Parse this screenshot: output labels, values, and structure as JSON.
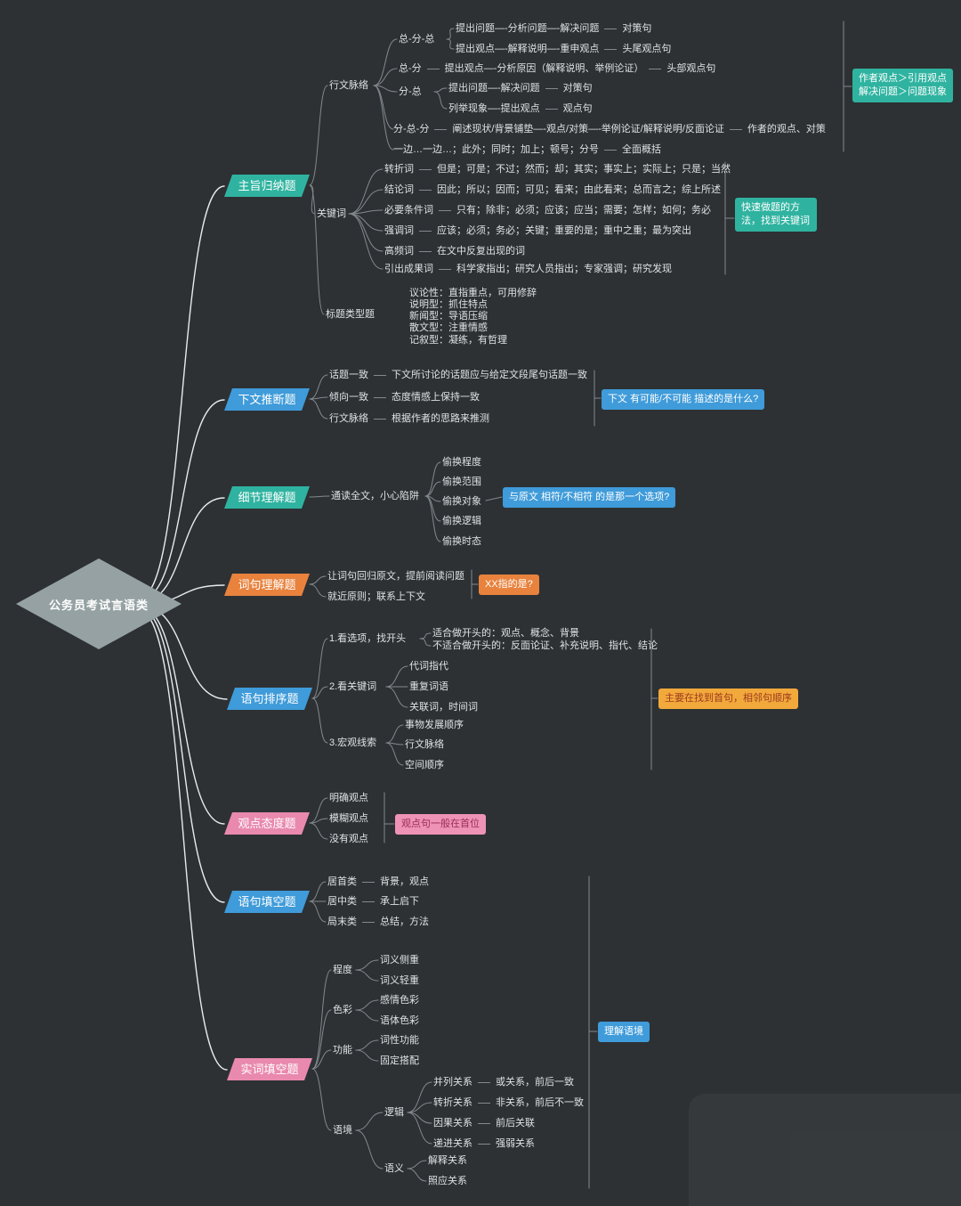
{
  "colors": {
    "bg": "#2d3134",
    "teal": "#2fb3a0",
    "blue": "#3f9bd9",
    "orange": "#e8823d",
    "pink": "#e989ae",
    "pinklight": "#ee93b6",
    "pinktext": "#9b2c55",
    "amber": "#f2a93b",
    "ambertext": "#9c3a20",
    "graynode": "#95a1a3",
    "line": "#82898e",
    "rootline": "#e7ebed",
    "text": "#dde2e4"
  },
  "root": {
    "label": "公务员考试言语类"
  },
  "topics": [
    {
      "label": "主旨归纳题"
    },
    {
      "label": "下文推断题"
    },
    {
      "label": "细节理解题"
    },
    {
      "label": "词句理解题"
    },
    {
      "label": "语句排序题"
    },
    {
      "label": "观点态度题"
    },
    {
      "label": "语句填空题"
    },
    {
      "label": "实词填空题"
    }
  ],
  "zhuzhi": {
    "xingwen": "行文脉络",
    "zfz": "总-分-总",
    "zfz_r1": "提出问题—-分析问题—-解决问题",
    "zfz_r1_tag": "对策句",
    "zfz_r2": "提出观点—-解释说明—-重申观点",
    "zfz_r2_tag": "头尾观点句",
    "zf": "总-分",
    "zf_r1": "提出观点—-分析原因（解释说明、举例论证）",
    "zf_r1_tag": "头部观点句",
    "ft": "分-总",
    "ft_r1": "提出问题—-解决问题",
    "ft_r1_tag": "对策句",
    "ft_r2": "列举现象—-提出观点",
    "ft_r2_tag": "观点句",
    "fzf": "分-总-分",
    "fzf_r1": "阐述现状/背景铺垫—-观点/对策—-举例论证/解释说明/反面论证",
    "fzf_r1_tag": "作者的观点、对策",
    "yibian": "一边…一边…；此外；同时；加上；顿号；分号",
    "yibian_tag": "全面概括",
    "note1_line1": "作者观点＞引用观点",
    "note1_line2": "解决问题＞问题现象",
    "keyword": "关键词",
    "kw1": "转折词",
    "kw1_d": "但是；可是；不过；然而；却；其实；事实上；实际上；只是；当然",
    "kw2": "结论词",
    "kw2_d": "因此；所以；因而；可见；看来；由此看来；总而言之；综上所述",
    "kw3": "必要条件词",
    "kw3_d": "只有；除非；必须；应该；应当；需要；怎样；如何；务必",
    "kw4": "强调词",
    "kw4_d": "应该；必须；务必；关键；重要的是；重中之重；最为突出",
    "kw5": "高频词",
    "kw5_d": "在文中反复出现的词",
    "kw6": "引出成果词",
    "kw6_d": "科学家指出；研究人员指出；专家强调；研究发现",
    "note2": "快速做题的方法，找到关键词",
    "biaoti": "标题类型题",
    "bt1": "议论性：直指重点，可用修辞",
    "bt2": "说明型：抓住特点",
    "bt3": "新闻型：导语压缩",
    "bt4": "散文型：注重情感",
    "bt5": "记叙型：凝练，有哲理"
  },
  "xiawen": {
    "r1": "话题一致",
    "r1_d": "下文所讨论的话题应与给定文段尾句话题一致",
    "r2": "倾向一致",
    "r2_d": "态度情感上保持一致",
    "r3": "行文脉络",
    "r3_d": "根据作者的思路来推测",
    "note": "下文 有可能/不可能 描述的是什么?"
  },
  "xijie": {
    "main": "通读全文，小心陷阱",
    "c1": "偷换程度",
    "c2": "偷换范围",
    "c3": "偷换对象",
    "c4": "偷换逻辑",
    "c5": "偷换时态",
    "note": "与原文 相符/不相符 的是那一个选项?"
  },
  "ciju": {
    "r1": "让词句回归原文，提前阅读问题",
    "r2": "就近原则；联系上下文",
    "note": "XX指的是?"
  },
  "paixu": {
    "s1": "1.看选项，找开头",
    "s1_r1": "适合做开头的：观点、概念、背景",
    "s1_r2": "不适合做开头的：反面论证、补充说明、指代、结论",
    "s2": "2.看关键词",
    "s2_r1": "代词指代",
    "s2_r2": "重复词语",
    "s2_r3": "关联词，时间词",
    "s3": "3.宏观线索",
    "s3_r1": "事物发展顺序",
    "s3_r2": "行文脉络",
    "s3_r3": "空间顺序",
    "note": "主要在找到首句，相邻句顺序"
  },
  "guandian": {
    "r1": "明确观点",
    "r2": "模糊观点",
    "r3": "没有观点",
    "note": "观点句一般在首位"
  },
  "tiankong": {
    "r1": "居首类",
    "r1_d": "背景，观点",
    "r2": "居中类",
    "r2_d": "承上启下",
    "r3": "局末类",
    "r3_d": "总结，方法"
  },
  "shici": {
    "g1": "程度",
    "g1_r1": "词义侧重",
    "g1_r2": "词义轻重",
    "g2": "色彩",
    "g2_r1": "感情色彩",
    "g2_r2": "语体色彩",
    "g3": "功能",
    "g3_r1": "词性功能",
    "g3_r2": "固定搭配",
    "g4": "语境",
    "luoji": "逻辑",
    "lj1": "并列关系",
    "lj1_d": "或关系，前后一致",
    "lj2": "转折关系",
    "lj2_d": "非关系，前后不一致",
    "lj3": "因果关系",
    "lj3_d": "前后关联",
    "lj4": "递进关系",
    "lj4_d": "强弱关系",
    "yuyi": "语义",
    "yy1": "解释关系",
    "yy2": "照应关系",
    "note": "理解语境"
  }
}
